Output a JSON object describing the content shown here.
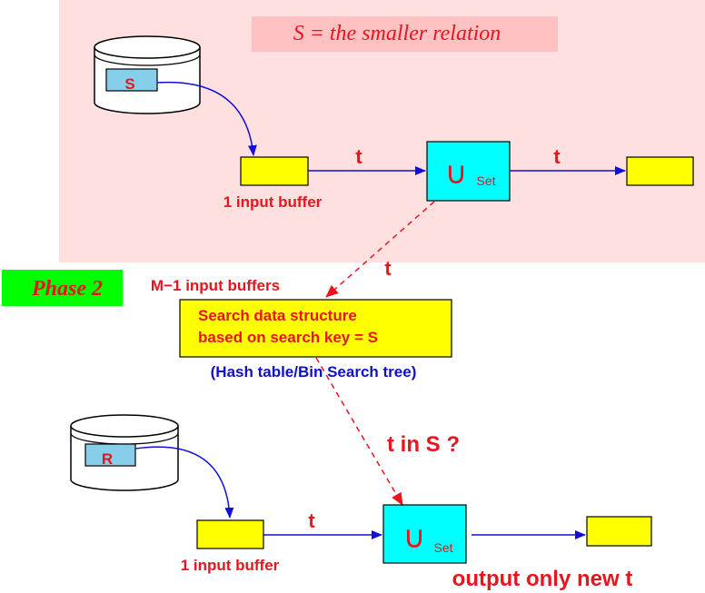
{
  "phase1": {
    "banner": "S = the smaller relation",
    "disk_label": "S",
    "input_buffer": "1 input buffer",
    "tuple_in": "t",
    "tuple_out": "t",
    "union_symbol": "∪",
    "union_sub": "Set"
  },
  "phase2": {
    "tag": "Phase 2",
    "m1_buffers": "M−1 input buffers",
    "search_line1": "Search data structure",
    "search_line2": "based on search key = S",
    "search_note": "(Hash table/Bin Search tree)",
    "probe_tuple": "t",
    "probe_question": "t in S ?",
    "disk_label": "R",
    "input_buffer": "1 input buffer",
    "tuple_in": "t",
    "union_symbol": "∪",
    "union_sub": "Set",
    "output_note": "output only new t"
  },
  "colors": {
    "phase1_bg": "#ffe0e0",
    "banner_bg": "#ffc1c1",
    "phase2_tag": "#00ff00",
    "buffer": "#ffff00",
    "union_box": "#00ffff",
    "disk_item": "#87ceeb",
    "arrow_blue": "#1010d8",
    "arrow_red": "#e8141e"
  }
}
